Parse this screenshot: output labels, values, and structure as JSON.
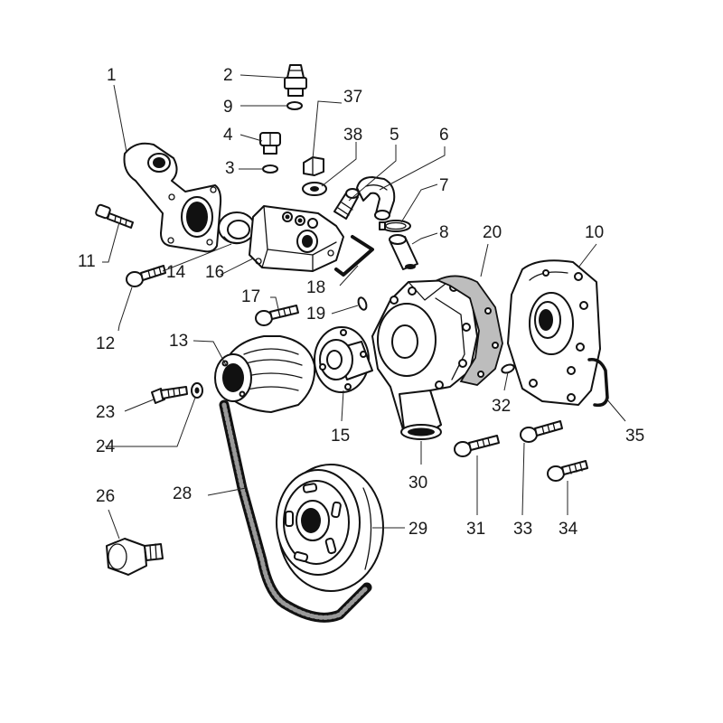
{
  "parts": {
    "p1": "1",
    "p2": "2",
    "p3": "3",
    "p4": "4",
    "p5": "5",
    "p6": "6",
    "p7": "7",
    "p8": "8",
    "p9": "9",
    "p10": "10",
    "p11": "11",
    "p12": "12",
    "p13": "13",
    "p14": "14",
    "p15": "15",
    "p16": "16",
    "p17": "17",
    "p18": "18",
    "p19": "19",
    "p20": "20",
    "p23": "23",
    "p24": "24",
    "p26": "26",
    "p28": "28",
    "p29": "29",
    "p30": "30",
    "p31": "31",
    "p32": "32",
    "p33": "33",
    "p34": "34",
    "p35": "35",
    "p37": "37",
    "p38": "38"
  },
  "colors": {
    "ink": "#111111",
    "background": "#ffffff"
  }
}
